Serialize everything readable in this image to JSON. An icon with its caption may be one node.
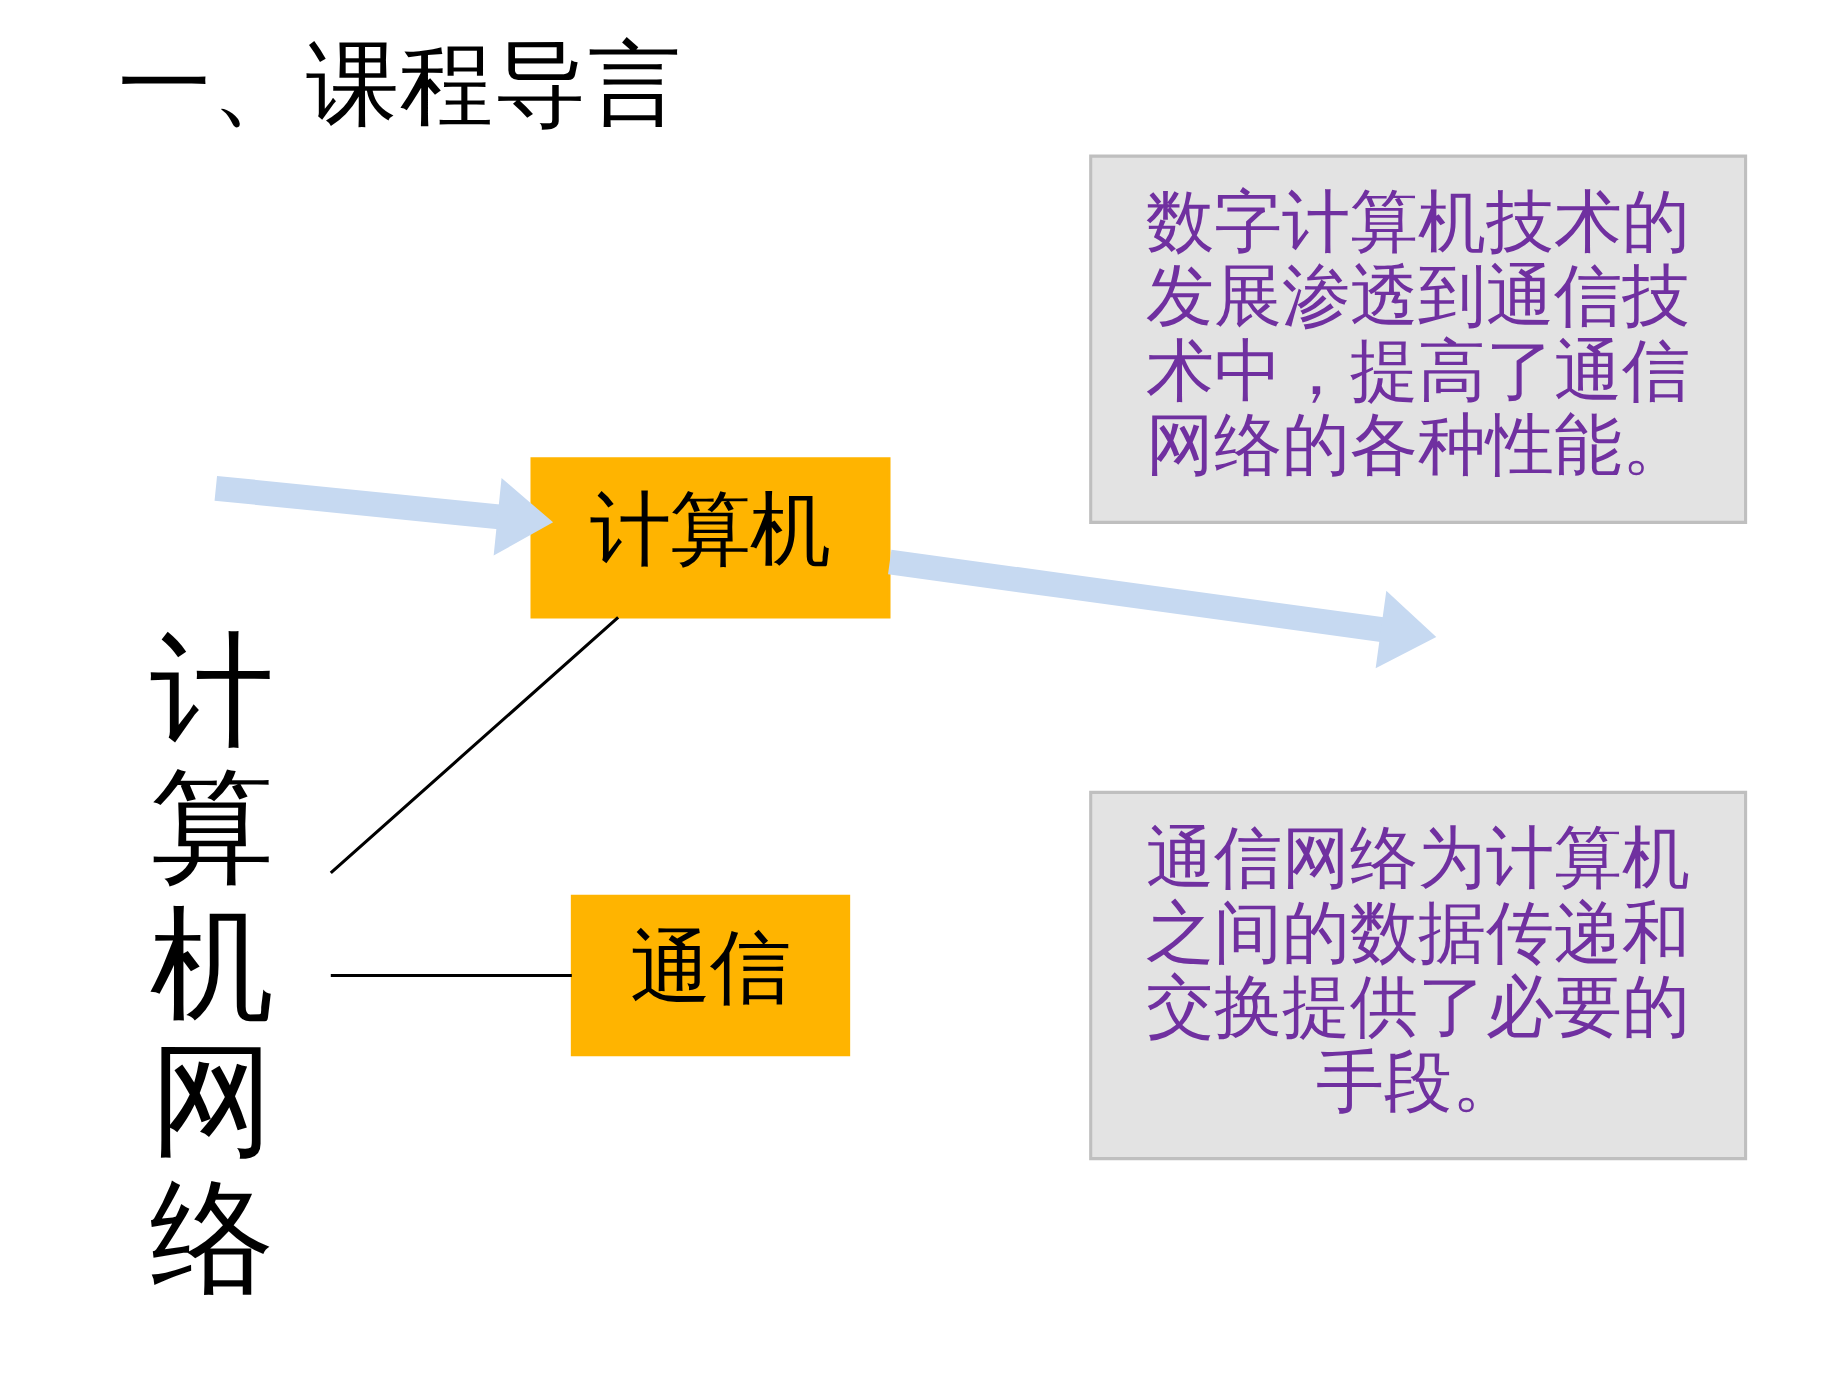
{
  "diagram": {
    "title": "一、课程导言",
    "nodes": [
      {
        "text": [
          "计算机网络"
        ]
      },
      {
        "text": [
          "计算机"
        ]
      },
      {
        "text": [
          "通信"
        ]
      },
      {
        "text": [
          "数字计算机技术的发展渗透到通信技术中，提高了通信网络的各种性能。"
        ]
      },
      {
        "text": [
          "通信网络为计算机之间的数据传递和交换提供了必要的手段。"
        ]
      }
    ],
    "edges": [
      {
        "from": 0,
        "to": 1,
        "arrow": "none"
      },
      {
        "from": 0,
        "to": 2,
        "arrow": "none"
      },
      {
        "from": 1,
        "to": null,
        "arrow": "to",
        "style": "thick",
        "color": "#c6d9f1"
      },
      {
        "from": null,
        "to": 1,
        "arrow": "to",
        "style": "thick",
        "color": "#c6d9f1"
      }
    ]
  }
}
